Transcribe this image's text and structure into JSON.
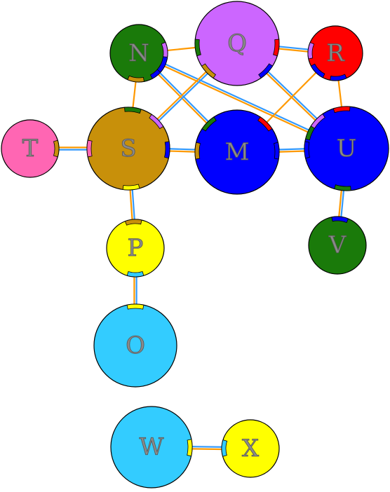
{
  "nodes": [
    {
      "id": "Q",
      "label": "Q",
      "color": "#cc66ff"
    },
    {
      "id": "N",
      "label": "N",
      "color": "#1a7a0a"
    },
    {
      "id": "R",
      "label": "R",
      "color": "#ff0000"
    },
    {
      "id": "T",
      "label": "T",
      "color": "#ff66b3"
    },
    {
      "id": "S",
      "label": "S",
      "color": "#c8900a"
    },
    {
      "id": "M",
      "label": "M",
      "color": "#0000ff"
    },
    {
      "id": "U",
      "label": "U",
      "color": "#0000ff"
    },
    {
      "id": "P",
      "label": "P",
      "color": "#ffff00"
    },
    {
      "id": "V",
      "label": "V",
      "color": "#1a7a0a"
    },
    {
      "id": "O",
      "label": "O",
      "color": "#33ccff"
    },
    {
      "id": "W",
      "label": "W",
      "color": "#33ccff"
    },
    {
      "id": "X",
      "label": "X",
      "color": "#ffff00"
    }
  ],
  "edges": [
    {
      "from": "N",
      "to": "Q",
      "style": "orange"
    },
    {
      "from": "N",
      "to": "S",
      "style": "orange"
    },
    {
      "from": "N",
      "to": "M",
      "style": "double"
    },
    {
      "from": "N",
      "to": "U",
      "style": "double"
    },
    {
      "from": "Q",
      "to": "R",
      "style": "double"
    },
    {
      "from": "Q",
      "to": "S",
      "style": "double"
    },
    {
      "from": "Q",
      "to": "U",
      "style": "double"
    },
    {
      "from": "R",
      "to": "M",
      "style": "orange"
    },
    {
      "from": "R",
      "to": "U",
      "style": "orange"
    },
    {
      "from": "S",
      "to": "M",
      "style": "double"
    },
    {
      "from": "M",
      "to": "U",
      "style": "double"
    },
    {
      "from": "S",
      "to": "T",
      "style": "double"
    },
    {
      "from": "S",
      "to": "P",
      "style": "double"
    },
    {
      "from": "P",
      "to": "O",
      "style": "double"
    },
    {
      "from": "U",
      "to": "V",
      "style": "double"
    },
    {
      "from": "W",
      "to": "X",
      "style": "double"
    }
  ],
  "colors": {
    "orange_edge": "#ff9900",
    "blue_edge": "#3399ff",
    "node_border": "#000000",
    "background": "#ffffff"
  }
}
